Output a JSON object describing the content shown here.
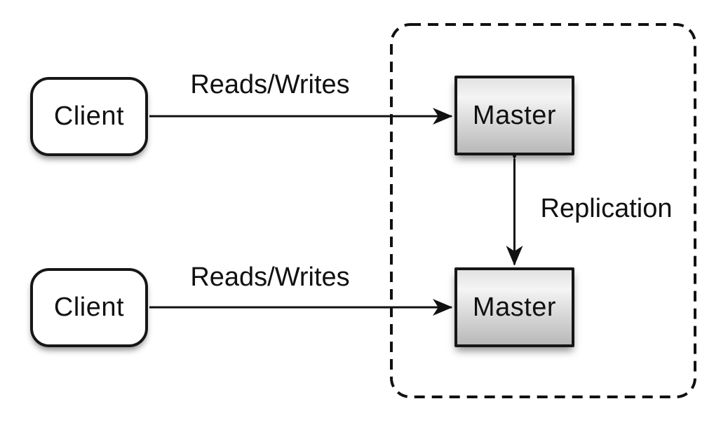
{
  "diagram": {
    "description": "Master-master replication architecture diagram",
    "nodes": [
      {
        "id": "client-top",
        "label": "Client",
        "shape": "rounded-rect"
      },
      {
        "id": "client-bottom",
        "label": "Client",
        "shape": "rounded-rect"
      },
      {
        "id": "master-top",
        "label": "Master",
        "shape": "rect"
      },
      {
        "id": "master-bottom",
        "label": "Master",
        "shape": "rect"
      }
    ],
    "edges": [
      {
        "from": "client-top",
        "to": "master-top",
        "label": "Reads/Writes",
        "direction": "one-way"
      },
      {
        "from": "client-bottom",
        "to": "master-bottom",
        "label": "Reads/Writes",
        "direction": "one-way"
      },
      {
        "from": "master-top",
        "to": "master-bottom",
        "label": "Replication",
        "direction": "two-way"
      }
    ],
    "container": {
      "style": "dashed-rounded-border",
      "contains": [
        "master-top",
        "master-bottom"
      ]
    },
    "colors": {
      "background": "#ffffff",
      "stroke": "#111111",
      "text": "#111111",
      "client_fill": "#ffffff",
      "master_fill_top": "#f4f4f4",
      "master_fill_bottom": "#b9b9b9"
    }
  }
}
